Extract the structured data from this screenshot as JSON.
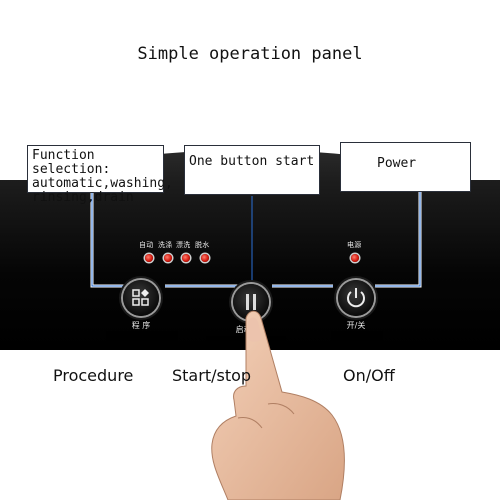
{
  "title": "Simple operation panel",
  "callouts": {
    "function_line1": "Function selection:",
    "function_line2": "automatic,washing,",
    "function_line3": "rinsing,drain",
    "start": "One button start",
    "power": "Power"
  },
  "indicators": {
    "auto": "自动",
    "wash": "洗涤",
    "rinse": "漂洗",
    "spin": "脱水",
    "power": "电源"
  },
  "buttons": {
    "program": "程 序",
    "start": "启动/暂",
    "power": "开/关"
  },
  "labels": {
    "procedure": "Procedure",
    "start_stop": "Start/stop",
    "on_off": "On/Off"
  },
  "colors": {
    "panel": "#050505",
    "led": "#d41a0f",
    "leader": "#2a6fd6"
  }
}
